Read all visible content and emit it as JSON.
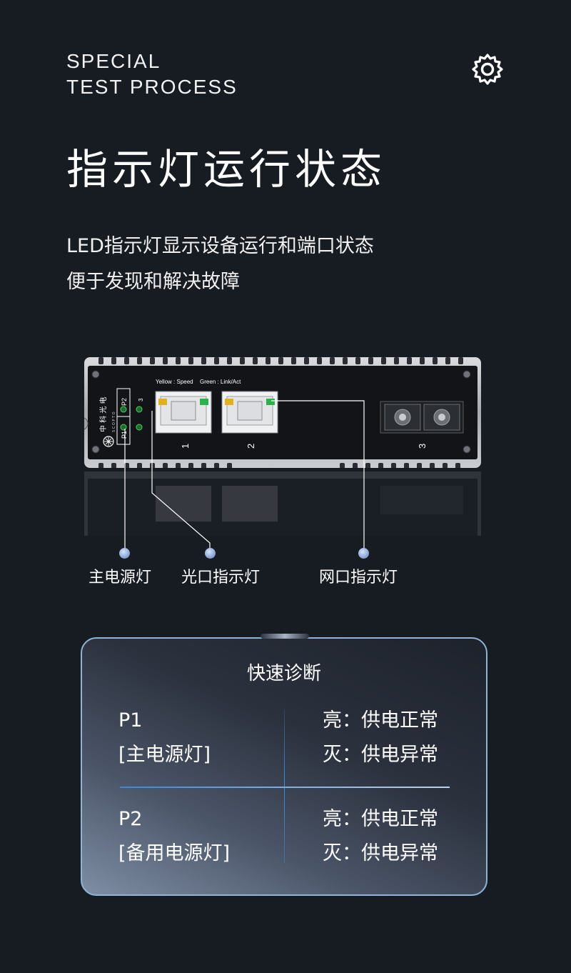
{
  "header": {
    "eyebrow_line1": "SPECIAL",
    "eyebrow_line2": "TEST PROCESS",
    "title": "指示灯运行状态",
    "desc_line1": "LED指示灯显示设备运行和端口状态",
    "desc_line2": "便于发现和解决故障"
  },
  "device": {
    "legend_yellow": "Yellow : Speed",
    "legend_green": "Green : Link/Act",
    "brand": "中 科 光 电",
    "brand_sub": "S C O P T O",
    "p1": "P1",
    "p2": "P2",
    "led3": "3",
    "port1": "1",
    "port2": "2",
    "port3": "3"
  },
  "callouts": {
    "main_power": "主电源灯",
    "optical": "光口指示灯",
    "network": "网口指示灯"
  },
  "diagnosis": {
    "title": "快速诊断",
    "rows": [
      {
        "label": "P1",
        "sub": "[主电源灯]",
        "on": "亮：供电正常",
        "off": "灭：供电异常"
      },
      {
        "label": "P2",
        "sub": "[备用电源灯]",
        "on": "亮：供电正常",
        "off": "灭：供电异常"
      }
    ]
  }
}
